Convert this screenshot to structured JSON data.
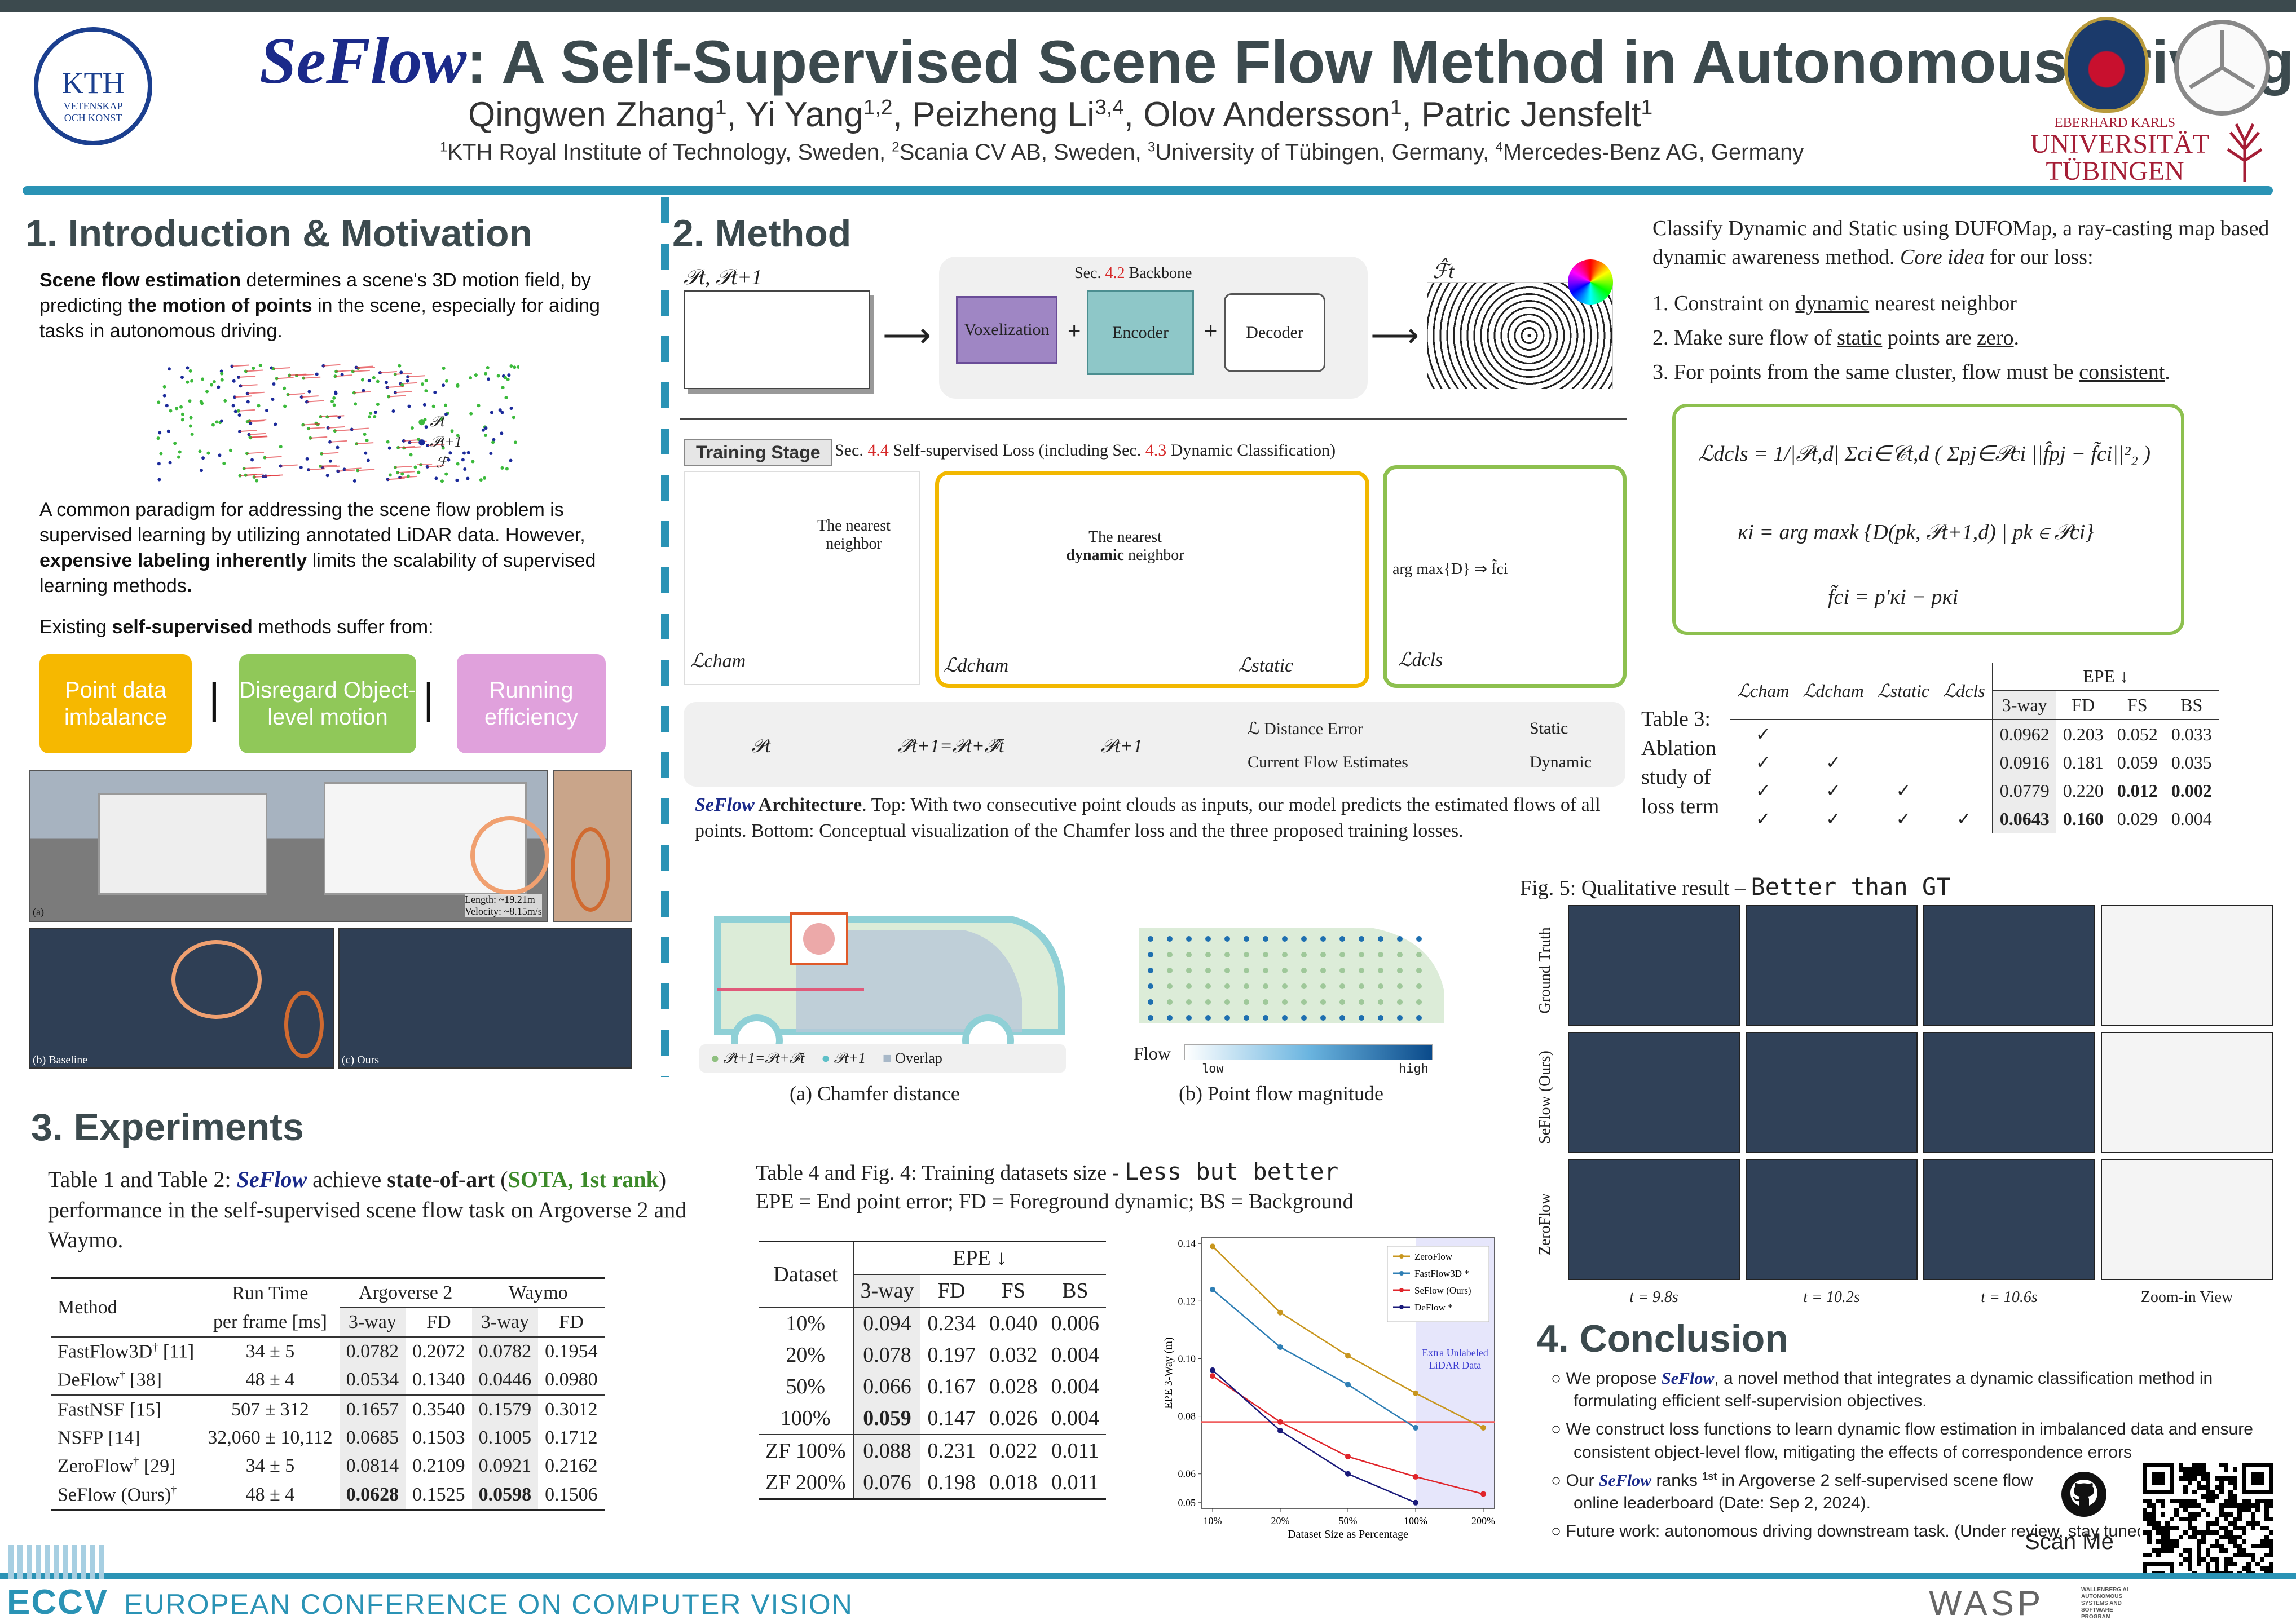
{
  "header": {
    "title_method": "SeFlow",
    "title_rest": ": A Self-Supervised Scene Flow Method in Autonomous Driving",
    "authors": [
      {
        "name": "Qingwen Zhang",
        "sup": "1"
      },
      {
        "name": "Yi Yang",
        "sup": "1,2"
      },
      {
        "name": "Peizheng Li",
        "sup": "3,4"
      },
      {
        "name": "Olov Andersson",
        "sup": "1"
      },
      {
        "name": "Patric Jensfelt",
        "sup": "1"
      }
    ],
    "affiliations": [
      {
        "sup": "1",
        "text": "KTH Royal Institute of Technology, Sweden,"
      },
      {
        "sup": "2",
        "text": "Scania CV AB, Sweden,"
      },
      {
        "sup": "3",
        "text": "University of Tübingen, Germany,"
      },
      {
        "sup": "4",
        "text": "Mercedes-Benz AG, Germany"
      }
    ],
    "logos": {
      "kth_line1": "KTH",
      "kth_line2": "VETENSKAP",
      "kth_line3": "OCH KONST",
      "tub_line1": "EBERHARD KARLS",
      "tub_line2": "UNIVERSITÄT",
      "tub_line3": "TÜBINGEN"
    }
  },
  "intro": {
    "heading": "1. Introduction & Motivation",
    "p1_b1": "Scene flow estimation",
    "p1_t1": " determines a scene's 3D motion field, by predicting ",
    "p1_b2": "the motion of points",
    "p1_t2": " in the scene, especially for aiding tasks in autonomous driving.",
    "legend": [
      "𝒫t",
      "𝒫t+1",
      "ℱ"
    ],
    "p2_t1": "A common paradigm for addressing the scene flow problem is supervised learning by utilizing annotated LiDAR data. However, ",
    "p2_b1": "expensive labeling inherently",
    "p2_t2": " limits the scalability of supervised learning methods",
    "p2_end": ".",
    "p3_t1": "Existing ",
    "p3_b1": "self-supervised",
    "p3_t2": " methods suffer from:",
    "pills": [
      "Point data imbalance",
      "Disregard Object-level motion",
      "Running efficiency"
    ],
    "sep": "|",
    "photo_a": "(a)",
    "photo_len": "Length: ~19.21m",
    "photo_vel": "Velocity: ~8.15m/s",
    "photo_b": "(b) Baseline",
    "photo_c": "(c) Ours"
  },
  "method": {
    "heading": "2. Method",
    "input_label": "𝒫t, 𝒫t+1",
    "backbone_prefix": "Sec. ",
    "backbone_num": "4.2",
    "backbone_suffix": " Backbone",
    "voxel": "Voxelization",
    "encoder": "Encoder",
    "decoder": "Decoder",
    "plus": "+",
    "out_label": "ℱ̂t",
    "training_stage": "Training Stage",
    "loss_prefix": "Sec. ",
    "loss_num1": "4.4",
    "loss_mid": " Self-supervised Loss (including Sec. ",
    "loss_num2": "4.3",
    "loss_suffix": " Dynamic Classification)",
    "nearest": "The nearest neighbor",
    "nearest_dyn_1": "The nearest",
    "nearest_dyn_b": "dynamic",
    "nearest_dyn_2": " neighbor",
    "argmax": "arg max{D} ⇒ f̃ci",
    "l_cham": "ℒcham",
    "l_dcham": "ℒdcham",
    "l_static": "ℒstatic",
    "l_dcls": "ℒdcls",
    "leg_pt": "𝒫t",
    "leg_pt1hat": "𝒫̂t+1=𝒫t+ℱ̂t",
    "leg_pt1": "𝒫t+1",
    "leg_dist": "ℒ  Distance Error",
    "leg_flow": "Current Flow Estimates",
    "leg_static": "Static",
    "leg_dynamic": "Dynamic",
    "arch_name": "SeFlow",
    "arch_b": " Architecture",
    "arch_text": ". Top: With two consecutive point clouds as inputs, our model predicts the estimated flows of all points. Bottom: Conceptual visualization of the Chamfer loss and the three proposed training losses.",
    "chamfer_leg1": "𝒫̂t+1=𝒫t+ℱ̂t",
    "chamfer_leg2": "𝒫t+1",
    "chamfer_leg3": "Overlap",
    "cap_a": "(a) Chamfer distance",
    "cap_b": "(b) Point flow magnitude",
    "flow": "Flow",
    "low": "low",
    "high": "high"
  },
  "dufo": {
    "intro_1": "Classify Dynamic and Static using DUFOMap, a ray-casting map based dynamic awareness method. ",
    "intro_i": "Core idea",
    "intro_2": " for our loss:",
    "items": [
      {
        "pre": "Constraint on ",
        "u": "dynamic",
        "post": " nearest neighbor"
      },
      {
        "pre": "Make sure flow of ",
        "u": "static",
        "post": " points are ",
        "u2": "zero",
        "post2": "."
      },
      {
        "pre": "For points from the same cluster, flow must be ",
        "u": "consistent",
        "post": "."
      }
    ],
    "eq1": "ℒdcls = 1/|𝒫t,d| Σci∈𝒞t,d ( Σpj∈𝒫ci ||f̂pj − f̃ci||²₂ )",
    "eq2": "κi = arg maxk {D(pk, 𝒫t+1,d) | pk ∈ 𝒫ci}",
    "eq3": "f̃ci = p′κi − pκi"
  },
  "table3": {
    "caption_lines": [
      "Table 3:",
      "Ablation",
      "study of",
      "loss term"
    ],
    "headers": [
      "ℒcham",
      "ℒdcham",
      "ℒstatic",
      "ℒdcls"
    ],
    "epe": "EPE ↓",
    "sub": [
      "3-way",
      "FD",
      "FS",
      "BS"
    ],
    "rows": [
      {
        "checks": [
          "✓",
          "",
          "",
          ""
        ],
        "vals": [
          "0.0962",
          "0.203",
          "0.052",
          "0.033"
        ]
      },
      {
        "checks": [
          "✓",
          "✓",
          "",
          ""
        ],
        "vals": [
          "0.0916",
          "0.181",
          "0.059",
          "0.035"
        ]
      },
      {
        "checks": [
          "✓",
          "✓",
          "✓",
          ""
        ],
        "vals": [
          "0.0779",
          "0.220",
          "0.012",
          "0.002"
        ]
      },
      {
        "checks": [
          "✓",
          "✓",
          "✓",
          "✓"
        ],
        "vals": [
          "0.0643",
          "0.160",
          "0.029",
          "0.004"
        ]
      }
    ]
  },
  "fig5": {
    "caption": "Fig. 5: Qualitative result – ",
    "caption_hl": "Better than GT",
    "rows": [
      "Ground Truth",
      "SeFlow (Ours)",
      "ZeroFlow"
    ],
    "cols": [
      "t = 9.8s",
      "t = 10.2s",
      "t = 10.6s",
      "Zoom-in View"
    ]
  },
  "experiments": {
    "heading": "3. Experiments",
    "intro_1": "Table 1 and Table 2: ",
    "intro_sf": "SeFlow",
    "intro_2": " achieve ",
    "intro_b": "state-of-art",
    "intro_3": " (",
    "intro_g": "SOTA, 1st rank",
    "intro_4": ") performance in the self-supervised scene flow task on Argoverse 2 and Waymo.",
    "t1_method": "Method",
    "t1_runtime": "Run Time",
    "t1_perframe": "per frame [ms]",
    "t1_av2": "Argoverse 2",
    "t1_waymo": "Waymo",
    "t1_sub": [
      "3-way",
      "FD",
      "3-way",
      "FD"
    ],
    "t1_groups": [
      [
        {
          "name": "FastFlow3D",
          "sup": "†",
          "ref": " [11]",
          "rt": "34 ± 5",
          "v": [
            "0.0782",
            "0.2072",
            "0.0782",
            "0.1954"
          ]
        },
        {
          "name": "DeFlow",
          "sup": "†",
          "ref": " [38]",
          "rt": "48 ± 4",
          "v": [
            "0.0534",
            "0.1340",
            "0.0446",
            "0.0980"
          ]
        }
      ],
      [
        {
          "name": "FastNSF",
          "sup": "",
          "ref": " [15]",
          "rt": "507 ± 312",
          "v": [
            "0.1657",
            "0.3540",
            "0.1579",
            "0.3012"
          ]
        },
        {
          "name": "NSFP",
          "sup": "",
          "ref": " [14]",
          "rt": "32,060 ± 10,112",
          "v": [
            "0.0685",
            "0.1503",
            "0.1005",
            "0.1712"
          ]
        },
        {
          "name": "ZeroFlow",
          "sup": "†",
          "ref": " [29]",
          "rt": "34 ± 5",
          "v": [
            "0.0814",
            "0.2109",
            "0.0921",
            "0.2162"
          ]
        },
        {
          "name": "SeFlow (Ours)",
          "sup": "†",
          "ref": "",
          "rt": "48 ± 4",
          "v": [
            "0.0628",
            "0.1525",
            "0.0598",
            "0.1506"
          ]
        }
      ]
    ],
    "t4_caption_1": "Table 4 and Fig. 4: Training datasets size - ",
    "t4_caption_hl": "Less but better",
    "t4_caption_2": "EPE = End point error; FD = Foreground dynamic; BS = Background",
    "t4_dataset": "Dataset",
    "t4_epe": "EPE ↓",
    "t4_sub": [
      "3-way",
      "FD",
      "FS",
      "BS"
    ],
    "t4_rows1": [
      {
        "d": "10%",
        "v": [
          "0.094",
          "0.234",
          "0.040",
          "0.006"
        ]
      },
      {
        "d": "20%",
        "v": [
          "0.078",
          "0.197",
          "0.032",
          "0.004"
        ]
      },
      {
        "d": "50%",
        "v": [
          "0.066",
          "0.167",
          "0.028",
          "0.004"
        ]
      },
      {
        "d": "100%",
        "v": [
          "0.059",
          "0.147",
          "0.026",
          "0.004"
        ]
      }
    ],
    "t4_rows2": [
      {
        "d": "ZF 100%",
        "v": [
          "0.088",
          "0.231",
          "0.022",
          "0.011"
        ]
      },
      {
        "d": "ZF 200%",
        "v": [
          "0.076",
          "0.198",
          "0.018",
          "0.011"
        ]
      }
    ]
  },
  "chart_data": {
    "type": "line",
    "categories": [
      "10%",
      "20%",
      "50%",
      "100%",
      "200%"
    ],
    "xlabel": "Dataset Size as Percentage",
    "ylabel": "EPE 3-Way (m)",
    "y_ticks": [
      0.05,
      0.06,
      0.08,
      0.1,
      0.12,
      0.14
    ],
    "ylim": [
      0.048,
      0.142
    ],
    "shaded_label": "Extra Unlabeled LiDAR Data",
    "series": [
      {
        "name": "ZeroFlow",
        "color": "#c8961e",
        "values": [
          0.139,
          0.116,
          0.101,
          0.088,
          0.076
        ]
      },
      {
        "name": "FastFlow3D *",
        "color": "#2f7fb5",
        "values": [
          0.124,
          0.104,
          0.091,
          0.076,
          null
        ]
      },
      {
        "name": "SeFlow (Ours)",
        "color": "#e0252b",
        "values": [
          0.094,
          0.078,
          0.066,
          0.059,
          0.053
        ]
      },
      {
        "name": "DeFlow *",
        "color": "#1a1a7a",
        "values": [
          0.096,
          0.075,
          0.06,
          0.05,
          null
        ]
      }
    ],
    "hline": 0.078,
    "hline_color": "#f06060",
    "legend": "top-right"
  },
  "conclusion": {
    "heading": "4. Conclusion",
    "items": [
      {
        "pre": "We propose ",
        "sf": "SeFlow",
        "post": ", a novel method that integrates a dynamic classification method in formulating efficient self-supervision objectives."
      },
      {
        "pre": "We construct loss functions to learn dynamic flow estimation in imbalanced data and ensure consistent object-level flow, mitigating the effects of correspondence errors",
        "sf": "",
        "post": ""
      },
      {
        "pre": "Our ",
        "sf": "SeFlow",
        "post": " ranks ",
        "b": "1st",
        "post2": " in Argoverse 2 self-supervised scene flow online leaderboard (Date: Sep 2, 2024)."
      },
      {
        "pre": "Future work: autonomous driving downstream task. (Under review, stay tuned :)",
        "sf": "",
        "post": ""
      }
    ],
    "scan": "Scan Me"
  },
  "footer": {
    "eccv": "ECCV",
    "conf": "EUROPEAN CONFERENCE ON COMPUTER VISION",
    "wasp": "WASP",
    "wasp_sub": "WALLENBERG AI AUTONOMOUS SYSTEMS AND SOFTWARE PROGRAM"
  }
}
